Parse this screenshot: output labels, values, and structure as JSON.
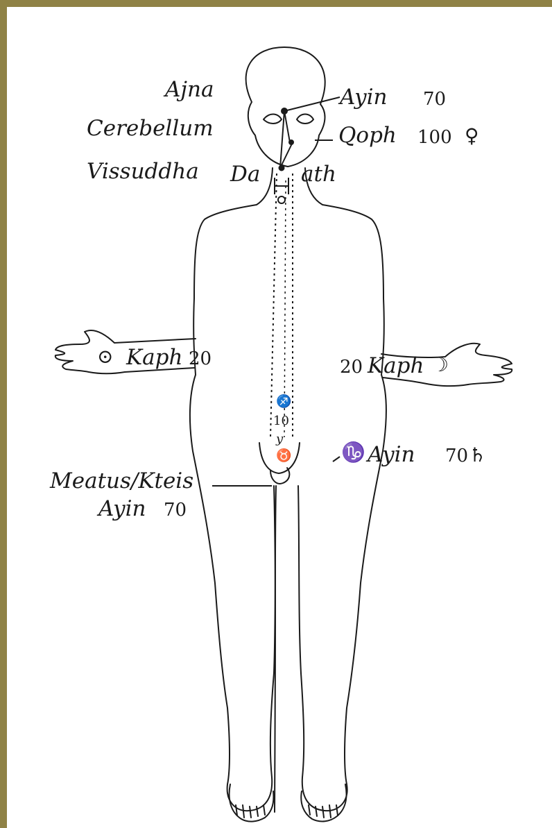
{
  "labels": {
    "ajna": "Ajna",
    "ayin_top": "Ayin",
    "ayin_top_num": "70",
    "cerebellum": "Cerebellum",
    "qoph": "Qoph",
    "qoph_num": "100",
    "venus_symbol": "♀",
    "vissuddha": "Vissuddha",
    "daath_left": "Da",
    "daath_right": "ath",
    "sun_symbol": "⊙",
    "kaph_left": "Kaph",
    "kaph_left_num": "20",
    "kaph_right_num": "20",
    "kaph_right": "Kaph",
    "moon_symbol": "☽",
    "capricorn_symbol": "♑",
    "ayin_right": "Ayin",
    "ayin_right_num": "70",
    "saturn_symbol": "♄",
    "meatus": "Meatus/Kteis",
    "ayin_bottom": "Ayin",
    "ayin_bottom_num": "70",
    "spine_num": "10",
    "spine_glyph_top": "♐",
    "spine_glyph_y": "y",
    "spine_glyph_bottom": "♉"
  },
  "colors": {
    "border": "#8f8246",
    "ink": "#1a1a1a",
    "paper": "#ffffff"
  }
}
